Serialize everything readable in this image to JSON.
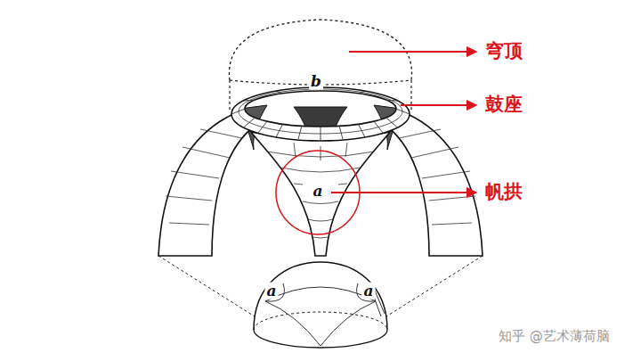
{
  "diagram": {
    "labels": [
      "穹顶",
      "鼓座",
      "帆拱",
      "b",
      "a",
      "a",
      "a",
      "知乎 @艺术薄荷脑"
    ]
  }
}
